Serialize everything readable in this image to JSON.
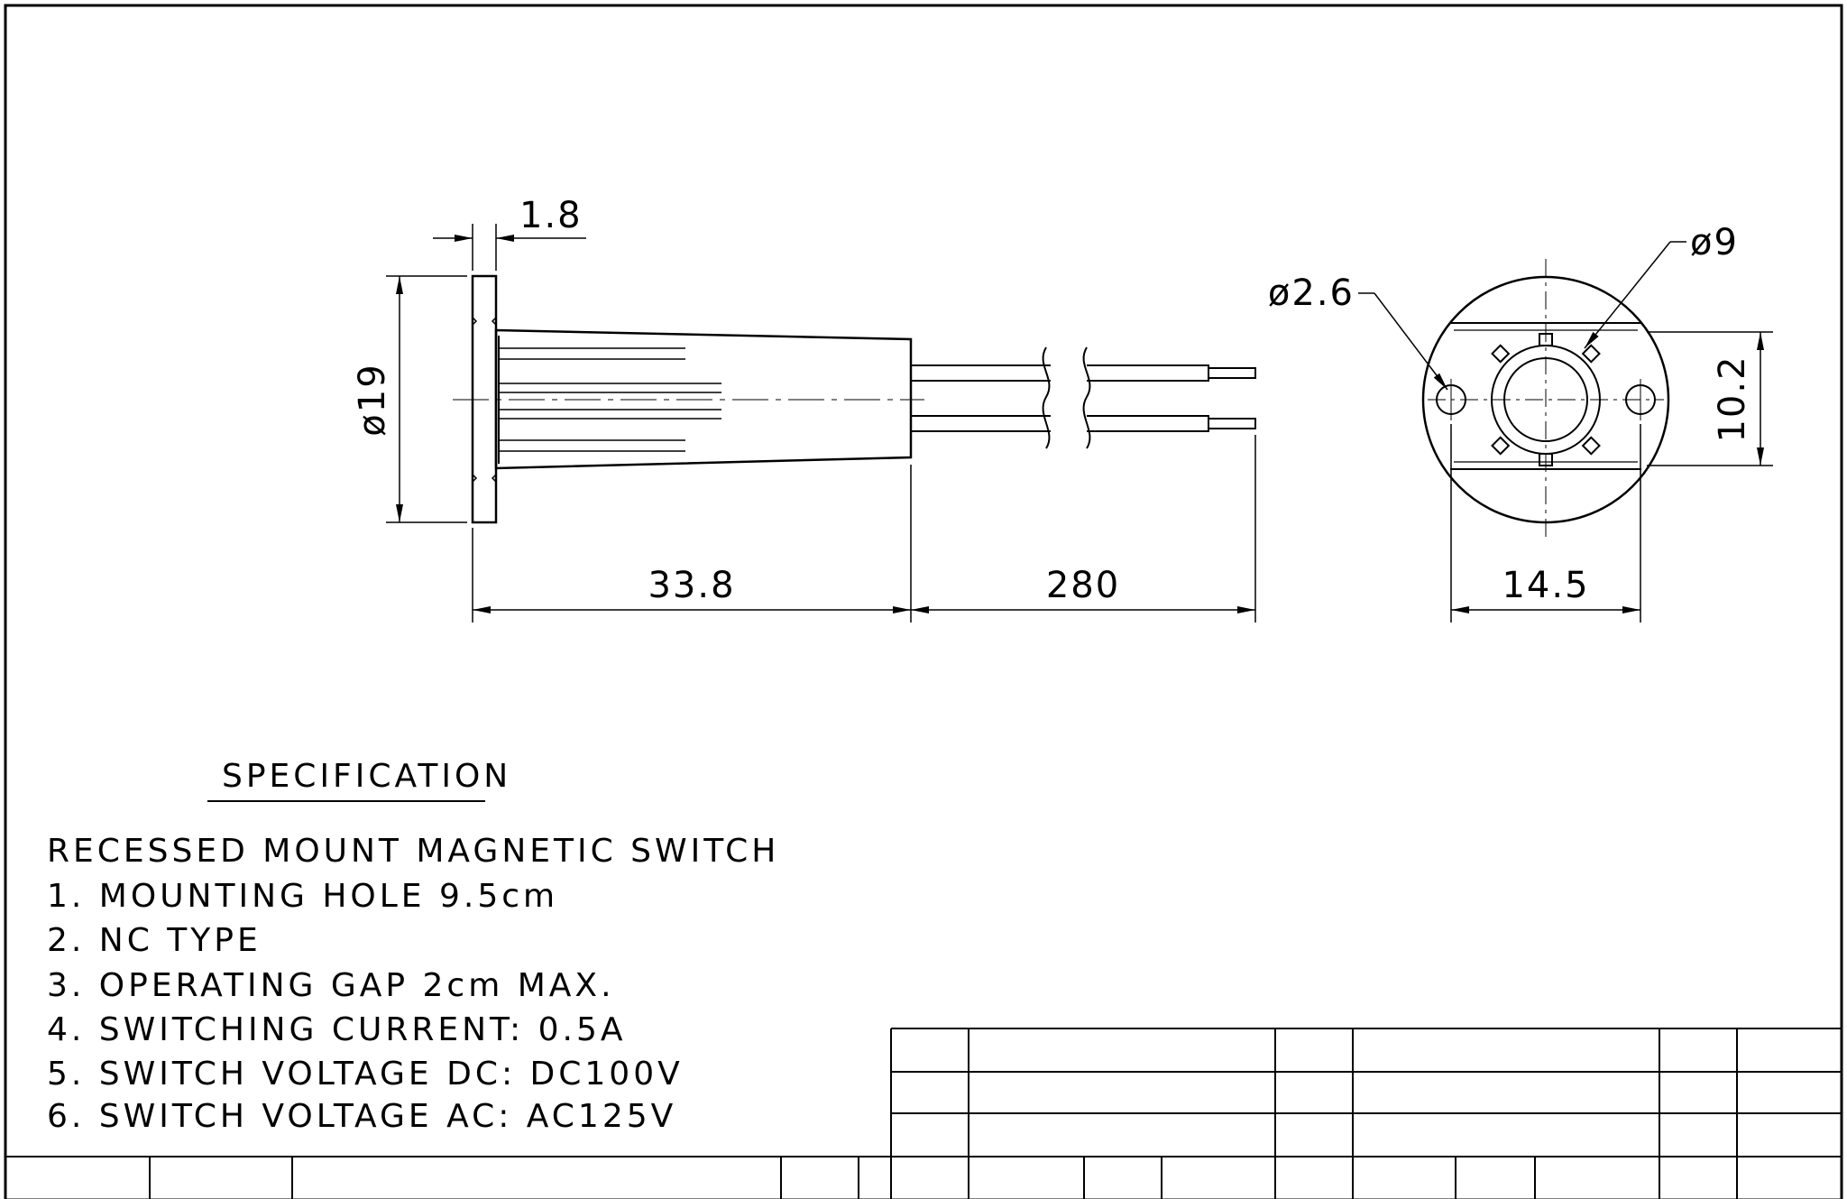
{
  "drawing": {
    "side_view": {
      "dims": {
        "flange_thickness": "1.8",
        "flange_diameter": "ø19",
        "body_length": "33.8",
        "lead_length": "280"
      }
    },
    "end_view": {
      "dims": {
        "hole_diameter": "ø2.6",
        "center_diameter": "ø9",
        "flat_height": "10.2",
        "hole_spacing": "14.5"
      }
    }
  },
  "specification": {
    "heading": "SPECIFICATION",
    "title": "RECESSED MOUNT MAGNETIC SWITCH",
    "items": [
      "1. MOUNTING HOLE 9.5cm",
      "2. NC TYPE",
      "3. OPERATING GAP 2cm MAX.",
      "4. SWITCHING CURRENT: 0.5A",
      "5. SWITCH VOLTAGE DC: DC100V",
      "6. SWITCH VOLTAGE AC: AC125V"
    ]
  },
  "colors": {
    "ink": "#000000",
    "paper": "#ffffff"
  }
}
